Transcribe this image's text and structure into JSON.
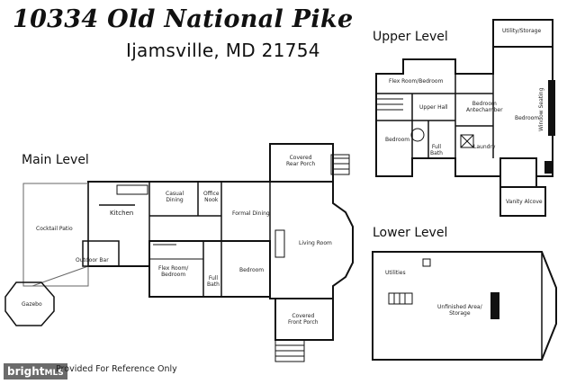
{
  "header": {
    "address": "10334 Old National Pike",
    "city_line": "Ijamsville, MD 21754"
  },
  "levels": {
    "upper": "Upper Level",
    "main": "Main Level",
    "lower": "Lower Level"
  },
  "rooms": {
    "upper": {
      "utility_storage": "Utility/Storage",
      "flex_room": "Flex Room/Bedroom",
      "upper_hall": "Upper Hall",
      "bedroom_antechamber_1": "Bedroom",
      "bedroom_antechamber_2": "Antechamber",
      "bedroom_right": "Bedroom",
      "window_seating": "Window Seating",
      "bedroom_left": "Bedroom",
      "full_bath_1": "Full",
      "full_bath_2": "Bath",
      "laundry": "Laundry",
      "vanity_alcove": "Vanity Alcove"
    },
    "main": {
      "covered_rear_porch_1": "Covered",
      "covered_rear_porch_2": "Rear Porch",
      "casual_dining_1": "Casual",
      "casual_dining_2": "Dining",
      "office_nook_1": "Office",
      "office_nook_2": "Nook",
      "kitchen": "Kitchen",
      "formal_dining": "Formal Dining",
      "cocktail_patio": "Cocktail Patio",
      "living_room": "Living Room",
      "outdoor_bar": "Outdoor Bar",
      "flex_room_1": "Flex Room/",
      "flex_room_2": "Bedroom",
      "full_bath_1": "Full",
      "full_bath_2": "Bath",
      "bedroom": "Bedroom",
      "gazebo": "Gazebo",
      "covered_front_porch_1": "Covered",
      "covered_front_porch_2": "Front Porch"
    },
    "lower": {
      "utilities": "Utilities",
      "unfinished_1": "Unfinished Area/",
      "unfinished_2": "Storage"
    }
  },
  "footer": {
    "watermark": "bright",
    "watermark_suffix": "MLS",
    "disclaimer": "Provided For Reference Only"
  }
}
